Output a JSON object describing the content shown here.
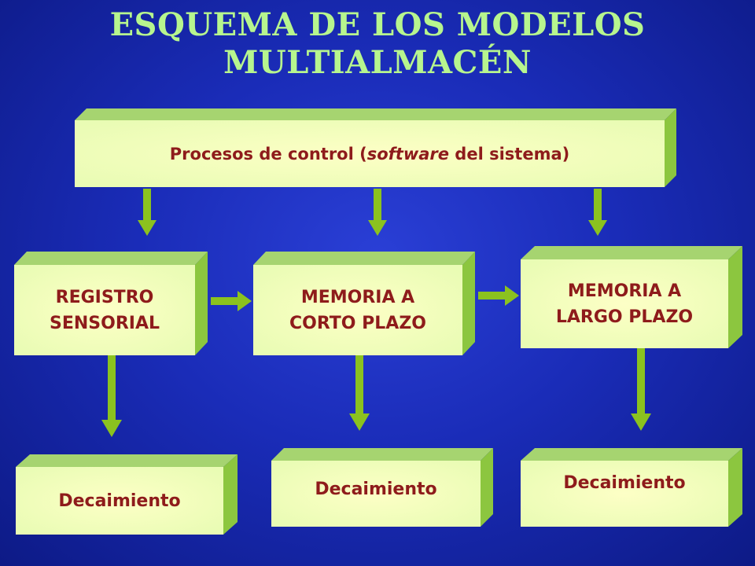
{
  "title": {
    "line1": "ESQUEMA DE LOS MODELOS",
    "line2": "MULTIALMACÉN"
  },
  "control": {
    "prefix": "Procesos de control (",
    "italic": "software",
    "suffix": " del sistema)"
  },
  "stores": {
    "sensorial": {
      "line1": "REGISTRO",
      "line2": "SENSORIAL"
    },
    "short_term": {
      "line1": "MEMORIA A",
      "line2": "CORTO PLAZO"
    },
    "long_term": {
      "line1": "MEMORIA A",
      "line2": "LARGO PLAZO"
    }
  },
  "decay": {
    "left": "Decaimiento",
    "middle": "Decaimiento",
    "right": "Decaimiento"
  },
  "colors": {
    "background": "#1a2cb8",
    "title": "#b7f58e",
    "box_face": "#e9fcb4",
    "box_top": "#a6d470",
    "box_side": "#8cc63f",
    "arrow": "#8bc21f",
    "label": "#8e1b1b"
  }
}
